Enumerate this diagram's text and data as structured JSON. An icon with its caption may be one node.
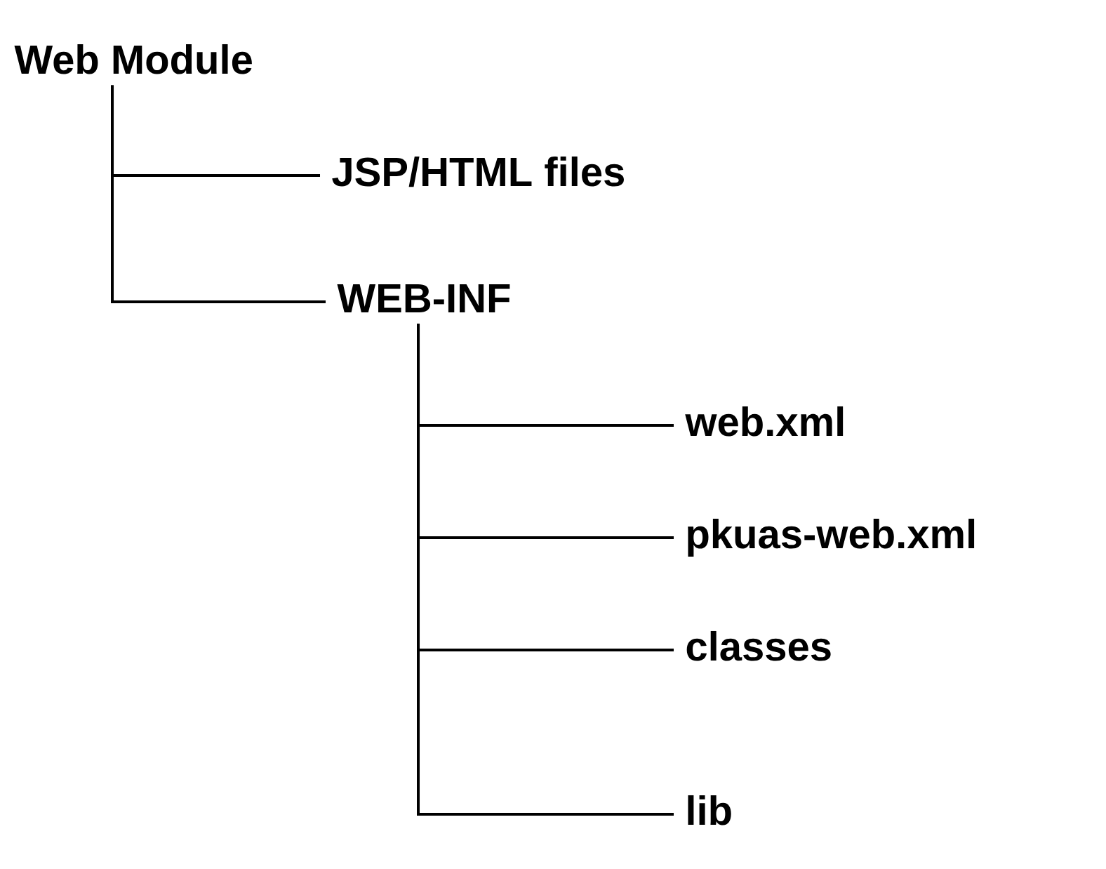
{
  "diagram": {
    "nodes": [
      {
        "text": [
          "Web Module"
        ]
      },
      {
        "text": [
          "JSP/HTML files"
        ]
      },
      {
        "text": [
          "WEB-INF"
        ]
      },
      {
        "text": [
          "web.xml"
        ]
      },
      {
        "text": [
          "pkuas-web.xml"
        ]
      },
      {
        "text": [
          "classes"
        ]
      },
      {
        "text": [
          "lib"
        ]
      }
    ],
    "edges": [
      {
        "from": 0,
        "to": 1,
        "arrow": "none"
      },
      {
        "from": 0,
        "to": 2,
        "arrow": "none"
      },
      {
        "from": 2,
        "to": 3,
        "arrow": "none"
      },
      {
        "from": 2,
        "to": 4,
        "arrow": "none"
      },
      {
        "from": 2,
        "to": 5,
        "arrow": "none"
      },
      {
        "from": 2,
        "to": 6,
        "arrow": "none"
      }
    ]
  }
}
